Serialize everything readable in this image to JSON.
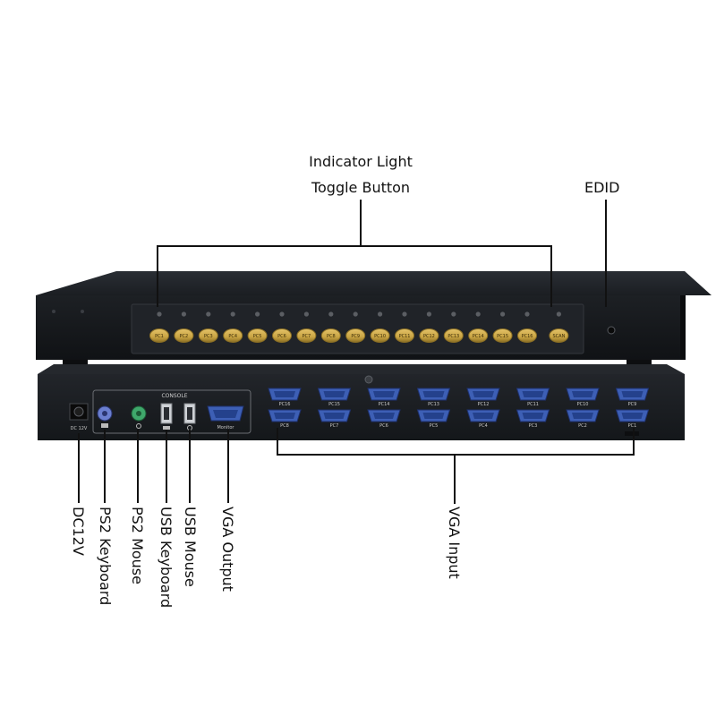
{
  "callouts": {
    "indicator_line1": "Indicator Light",
    "indicator_line2": "Toggle Button",
    "edid": "EDID",
    "bottom": [
      "DC12V",
      "PS2 Keyboard",
      "PS2 Mouse",
      "USB Keyboard",
      "USB Mouse",
      "VGA Output",
      "VGA Input"
    ]
  },
  "front_panel": {
    "buttons": [
      "PC1",
      "PC2",
      "PC3",
      "PC4",
      "PC5",
      "PC6",
      "PC7",
      "PC8",
      "PC9",
      "PC10",
      "PC11",
      "PC12",
      "PC13",
      "PC14",
      "PC15",
      "PC16",
      "SCAN"
    ]
  },
  "rear_panel": {
    "console_label": "CONSOLE",
    "dc_label": "DC 12V",
    "monitor_label": "Monitor",
    "vga_top_row": [
      "PC16",
      "PC15",
      "PC14",
      "PC13",
      "PC12",
      "PC11",
      "PC10",
      "PC9"
    ],
    "vga_bottom_row": [
      "PC8",
      "PC7",
      "PC6",
      "PC5",
      "PC4",
      "PC3",
      "PC2",
      "PC1"
    ]
  },
  "colors": {
    "chassis": "#16191d",
    "button": "#c9a443",
    "button_shade": "#8a6e24",
    "vga_port": "#3d5fb5",
    "ps2_keyboard": "#6b7fd0",
    "ps2_mouse": "#3fa86b"
  }
}
